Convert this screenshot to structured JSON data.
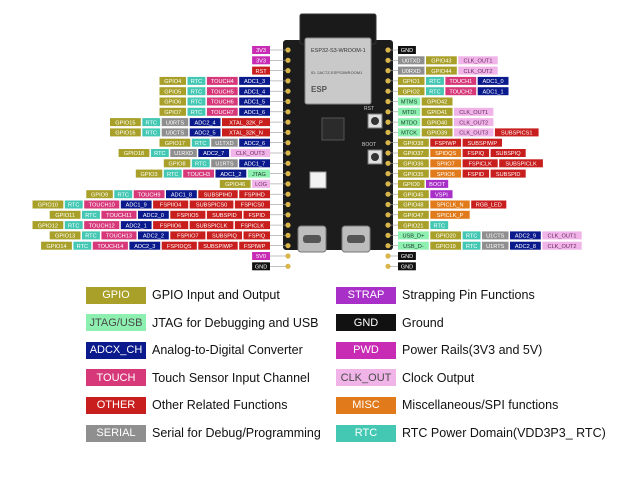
{
  "board": {
    "module_label": "ESP32-S3-WROOM-1",
    "module_id": "ID: 2AC7Z-ESPS3WROOM1",
    "logo": "ESP",
    "buttons": [
      "RST",
      "BOOT"
    ]
  },
  "colors": {
    "GPIO": "#a8a028",
    "JTAG": "#8ef0b0",
    "ADC": "#0a1a8c",
    "TOUCH": "#d6387a",
    "OTHER": "#c81e1e",
    "SERIAL": "#8f8f8f",
    "RTC": "#44c8b4",
    "STRAP": "#a82fc8",
    "GND": "#111111",
    "PWD": "#c82cb4",
    "CLK": "#f0b4e8",
    "MISC": "#e07a1a",
    "LOG": "#f0b4e8"
  },
  "left_pins": [
    [
      [
        "PWD",
        "3V3"
      ]
    ],
    [
      [
        "PWD",
        "3V3"
      ]
    ],
    [
      [
        "OTHER",
        "RST"
      ]
    ],
    [
      [
        "ADC",
        "ADC1_3"
      ],
      [
        "TOUCH",
        "TOUCH4"
      ],
      [
        "RTC",
        "RTC"
      ],
      [
        "GPIO",
        "GPIO4"
      ]
    ],
    [
      [
        "ADC",
        "ADC1_4"
      ],
      [
        "TOUCH",
        "TOUCH5"
      ],
      [
        "RTC",
        "RTC"
      ],
      [
        "GPIO",
        "GPIO5"
      ]
    ],
    [
      [
        "ADC",
        "ADC1_5"
      ],
      [
        "TOUCH",
        "TOUCH6"
      ],
      [
        "RTC",
        "RTC"
      ],
      [
        "GPIO",
        "GPIO6"
      ]
    ],
    [
      [
        "ADC",
        "ADC1_6"
      ],
      [
        "TOUCH",
        "TOUCH7"
      ],
      [
        "RTC",
        "RTC"
      ],
      [
        "GPIO",
        "GPIO7"
      ]
    ],
    [
      [
        "OTHER",
        "XTAL_32K_P"
      ],
      [
        "ADC",
        "ADC2_4"
      ],
      [
        "SERIAL",
        "U0RTS"
      ],
      [
        "RTC",
        "RTC"
      ],
      [
        "GPIO",
        "GPIO15"
      ]
    ],
    [
      [
        "OTHER",
        "XTAL_32K_N"
      ],
      [
        "ADC",
        "ADC2_5"
      ],
      [
        "SERIAL",
        "U0CTS"
      ],
      [
        "RTC",
        "RTC"
      ],
      [
        "GPIO",
        "GPIO16"
      ]
    ],
    [
      [
        "ADC",
        "ADC2_6"
      ],
      [
        "SERIAL",
        "U1TXD"
      ],
      [
        "RTC",
        "RTC"
      ],
      [
        "GPIO",
        "GPIO17"
      ]
    ],
    [
      [
        "CLK",
        "CLK_OUT3"
      ],
      [
        "ADC",
        "ADC2_7"
      ],
      [
        "SERIAL",
        "U1RXD"
      ],
      [
        "RTC",
        "RTC"
      ],
      [
        "GPIO",
        "GPIO18"
      ]
    ],
    [
      [
        "ADC",
        "ADC1_7"
      ],
      [
        "SERIAL",
        "U1RTS"
      ],
      [
        "RTC",
        "RTC"
      ],
      [
        "GPIO",
        "GPIO8"
      ]
    ],
    [
      [
        "JTAG",
        "JTAG"
      ],
      [
        "ADC",
        "ADC1_2"
      ],
      [
        "TOUCH",
        "TOUCH3"
      ],
      [
        "RTC",
        "RTC"
      ],
      [
        "GPIO",
        "GPIO3"
      ]
    ],
    [
      [
        "LOG",
        "LOG"
      ],
      [
        "GPIO",
        "GPIO46"
      ]
    ],
    [
      [
        "OTHER",
        "FSPIHD"
      ],
      [
        "OTHER",
        "SUBSPIHD"
      ],
      [
        "ADC",
        "ADC1_8"
      ],
      [
        "TOUCH",
        "TOUCH9"
      ],
      [
        "RTC",
        "RTC"
      ],
      [
        "GPIO",
        "GPIO9"
      ]
    ],
    [
      [
        "OTHER",
        "FSPICS0"
      ],
      [
        "OTHER",
        "SUBSPICS0"
      ],
      [
        "OTHER",
        "FSPIIO4"
      ],
      [
        "ADC",
        "ADC1_9"
      ],
      [
        "TOUCH",
        "TOUCH10"
      ],
      [
        "RTC",
        "RTC"
      ],
      [
        "GPIO",
        "GPIO10"
      ]
    ],
    [
      [
        "OTHER",
        "FSPID"
      ],
      [
        "OTHER",
        "SUBSPID"
      ],
      [
        "OTHER",
        "FSPIIO5"
      ],
      [
        "ADC",
        "ADC2_0"
      ],
      [
        "TOUCH",
        "TOUCH11"
      ],
      [
        "RTC",
        "RTC"
      ],
      [
        "GPIO",
        "GPIO11"
      ]
    ],
    [
      [
        "OTHER",
        "FSPICLK"
      ],
      [
        "OTHER",
        "SUBSPICLK"
      ],
      [
        "OTHER",
        "FSPIIO6"
      ],
      [
        "ADC",
        "ADC2_1"
      ],
      [
        "TOUCH",
        "TOUCH12"
      ],
      [
        "RTC",
        "RTC"
      ],
      [
        "GPIO",
        "GPIO12"
      ]
    ],
    [
      [
        "OTHER",
        "FSPIQ"
      ],
      [
        "OTHER",
        "SUBSPIQ"
      ],
      [
        "OTHER",
        "FSPIIO7"
      ],
      [
        "ADC",
        "ADC2_2"
      ],
      [
        "TOUCH",
        "TOUCH13"
      ],
      [
        "RTC",
        "RTC"
      ],
      [
        "GPIO",
        "GPIO13"
      ]
    ],
    [
      [
        "OTHER",
        "FSPIWP"
      ],
      [
        "OTHER",
        "SUBSPIWP"
      ],
      [
        "OTHER",
        "FSPIDQS"
      ],
      [
        "ADC",
        "ADC2_3"
      ],
      [
        "TOUCH",
        "TOUCH14"
      ],
      [
        "RTC",
        "RTC"
      ],
      [
        "GPIO",
        "GPIO14"
      ]
    ],
    [
      [
        "PWD",
        "5V0"
      ]
    ],
    [
      [
        "GND",
        "GND"
      ]
    ]
  ],
  "right_pins": [
    [
      [
        "GND",
        "GND"
      ]
    ],
    [
      [
        "SERIAL",
        "U0TXD"
      ],
      [
        "GPIO",
        "GPIO43"
      ],
      [
        "CLK",
        "CLK_OUT1"
      ]
    ],
    [
      [
        "SERIAL",
        "U0RXD"
      ],
      [
        "GPIO",
        "GPIO44"
      ],
      [
        "CLK",
        "CLK_OUT2"
      ]
    ],
    [
      [
        "GPIO",
        "GPIO1"
      ],
      [
        "RTC",
        "RTC"
      ],
      [
        "TOUCH",
        "TOUCH1"
      ],
      [
        "ADC",
        "ADC1_0"
      ]
    ],
    [
      [
        "GPIO",
        "GPIO2"
      ],
      [
        "RTC",
        "RTC"
      ],
      [
        "TOUCH",
        "TOUCH2"
      ],
      [
        "ADC",
        "ADC1_1"
      ]
    ],
    [
      [
        "JTAG",
        "MTMS"
      ],
      [
        "GPIO",
        "GPIO42"
      ]
    ],
    [
      [
        "JTAG",
        "MTDI"
      ],
      [
        "GPIO",
        "GPIO41"
      ],
      [
        "CLK",
        "CLK_OUT1"
      ]
    ],
    [
      [
        "JTAG",
        "MTDO"
      ],
      [
        "GPIO",
        "GPIO40"
      ],
      [
        "CLK",
        "CLK_OUT2"
      ]
    ],
    [
      [
        "JTAG",
        "MTCK"
      ],
      [
        "GPIO",
        "GPIO39"
      ],
      [
        "CLK",
        "CLK_OUT3"
      ],
      [
        "OTHER",
        "SUBSPICS1"
      ]
    ],
    [
      [
        "GPIO",
        "GPIO38"
      ],
      [
        "OTHER",
        "FSPIWP"
      ],
      [
        "OTHER",
        "SUBSPIWP"
      ]
    ],
    [
      [
        "GPIO",
        "GPIO37"
      ],
      [
        "MISC",
        "SPIDQS"
      ],
      [
        "OTHER",
        "FSPIQ"
      ],
      [
        "OTHER",
        "SUBSPIQ"
      ]
    ],
    [
      [
        "GPIO",
        "GPIO36"
      ],
      [
        "MISC",
        "SPIIO7"
      ],
      [
        "OTHER",
        "FSPICLK"
      ],
      [
        "OTHER",
        "SUBSPICLK"
      ]
    ],
    [
      [
        "GPIO",
        "GPIO35"
      ],
      [
        "MISC",
        "SPIIO6"
      ],
      [
        "OTHER",
        "FSPID"
      ],
      [
        "OTHER",
        "SUBSPID"
      ]
    ],
    [
      [
        "GPIO",
        "GPIO0"
      ],
      [
        "STRAP",
        "BOOT"
      ]
    ],
    [
      [
        "GPIO",
        "GPIO45"
      ],
      [
        "STRAP",
        "VSPI"
      ]
    ],
    [
      [
        "GPIO",
        "GPIO48"
      ],
      [
        "MISC",
        "SPICLK_N"
      ],
      [
        "OTHER",
        "RGB_LED"
      ]
    ],
    [
      [
        "GPIO",
        "GPIO47"
      ],
      [
        "MISC",
        "SPICLK_P"
      ]
    ],
    [
      [
        "GPIO",
        "GPIO21"
      ],
      [
        "RTC",
        "RTC"
      ]
    ],
    [
      [
        "JTAG",
        "USB_D+"
      ],
      [
        "GPIO",
        "GPIO20"
      ],
      [
        "RTC",
        "RTC"
      ],
      [
        "SERIAL",
        "U1CTS"
      ],
      [
        "ADC",
        "ADC2_9"
      ],
      [
        "CLK",
        "CLK_OUT1"
      ]
    ],
    [
      [
        "JTAG",
        "USB_D-"
      ],
      [
        "GPIO",
        "GPIO19"
      ],
      [
        "RTC",
        "RTC"
      ],
      [
        "SERIAL",
        "U1RTS"
      ],
      [
        "ADC",
        "ADC2_8"
      ],
      [
        "CLK",
        "CLK_OUT2"
      ]
    ],
    [
      [
        "GND",
        "GND"
      ]
    ],
    [
      [
        "GND",
        "GND"
      ]
    ]
  ],
  "legend": [
    {
      "key": "GPIO",
      "label": "GPIO",
      "desc": "GPIO Input and Output"
    },
    {
      "key": "STRAP",
      "label": "STRAP",
      "desc": "Strapping Pin Functions"
    },
    {
      "key": "JTAG",
      "label": "JTAG/USB",
      "desc": "JTAG for Debugging and USB"
    },
    {
      "key": "GND",
      "label": "GND",
      "desc": "Ground"
    },
    {
      "key": "ADC",
      "label": "ADCX_CH",
      "desc": "Analog-to-Digital Converter"
    },
    {
      "key": "PWD",
      "label": "PWD",
      "desc": "Power Rails(3V3 and 5V)"
    },
    {
      "key": "TOUCH",
      "label": "TOUCH",
      "desc": "Touch Sensor Input Channel"
    },
    {
      "key": "CLK",
      "label": "CLK_OUT",
      "desc": "Clock Output"
    },
    {
      "key": "OTHER",
      "label": "OTHER",
      "desc": "Other Related Functions"
    },
    {
      "key": "MISC",
      "label": "MISC",
      "desc": "Miscellaneous/SPI functions"
    },
    {
      "key": "SERIAL",
      "label": "SERIAL",
      "desc": "Serial for Debug/Programming"
    },
    {
      "key": "RTC",
      "label": "RTC",
      "desc": "RTC Power Domain(VDD3P3_ RTC)"
    }
  ]
}
